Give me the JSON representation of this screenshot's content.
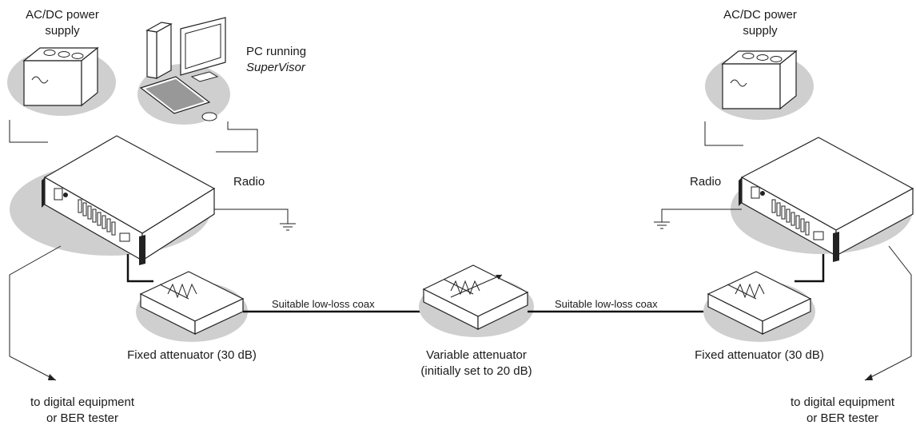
{
  "left": {
    "power_supply_line1": "AC/DC power",
    "power_supply_line2": "supply",
    "pc_line1": "PC running",
    "pc_line2": "SuperVisor",
    "radio": "Radio",
    "fixed_attenuator": "Fixed attenuator (30 dB)",
    "digital_line1": "to digital equipment",
    "digital_line2": "or BER tester"
  },
  "center": {
    "coax_left": "Suitable low-loss coax",
    "coax_right": "Suitable low-loss coax",
    "variable_line1": "Variable attenuator",
    "variable_line2": "(initially set to 20 dB)"
  },
  "right": {
    "power_supply_line1": "AC/DC power",
    "power_supply_line2": "supply",
    "radio": "Radio",
    "fixed_attenuator": "Fixed attenuator (30 dB)",
    "digital_line1": "to digital equipment",
    "digital_line2": "or BER tester"
  },
  "colors": {
    "shadow": "#cfcfcf",
    "line": "#222222",
    "box_fill": "#ffffff"
  }
}
